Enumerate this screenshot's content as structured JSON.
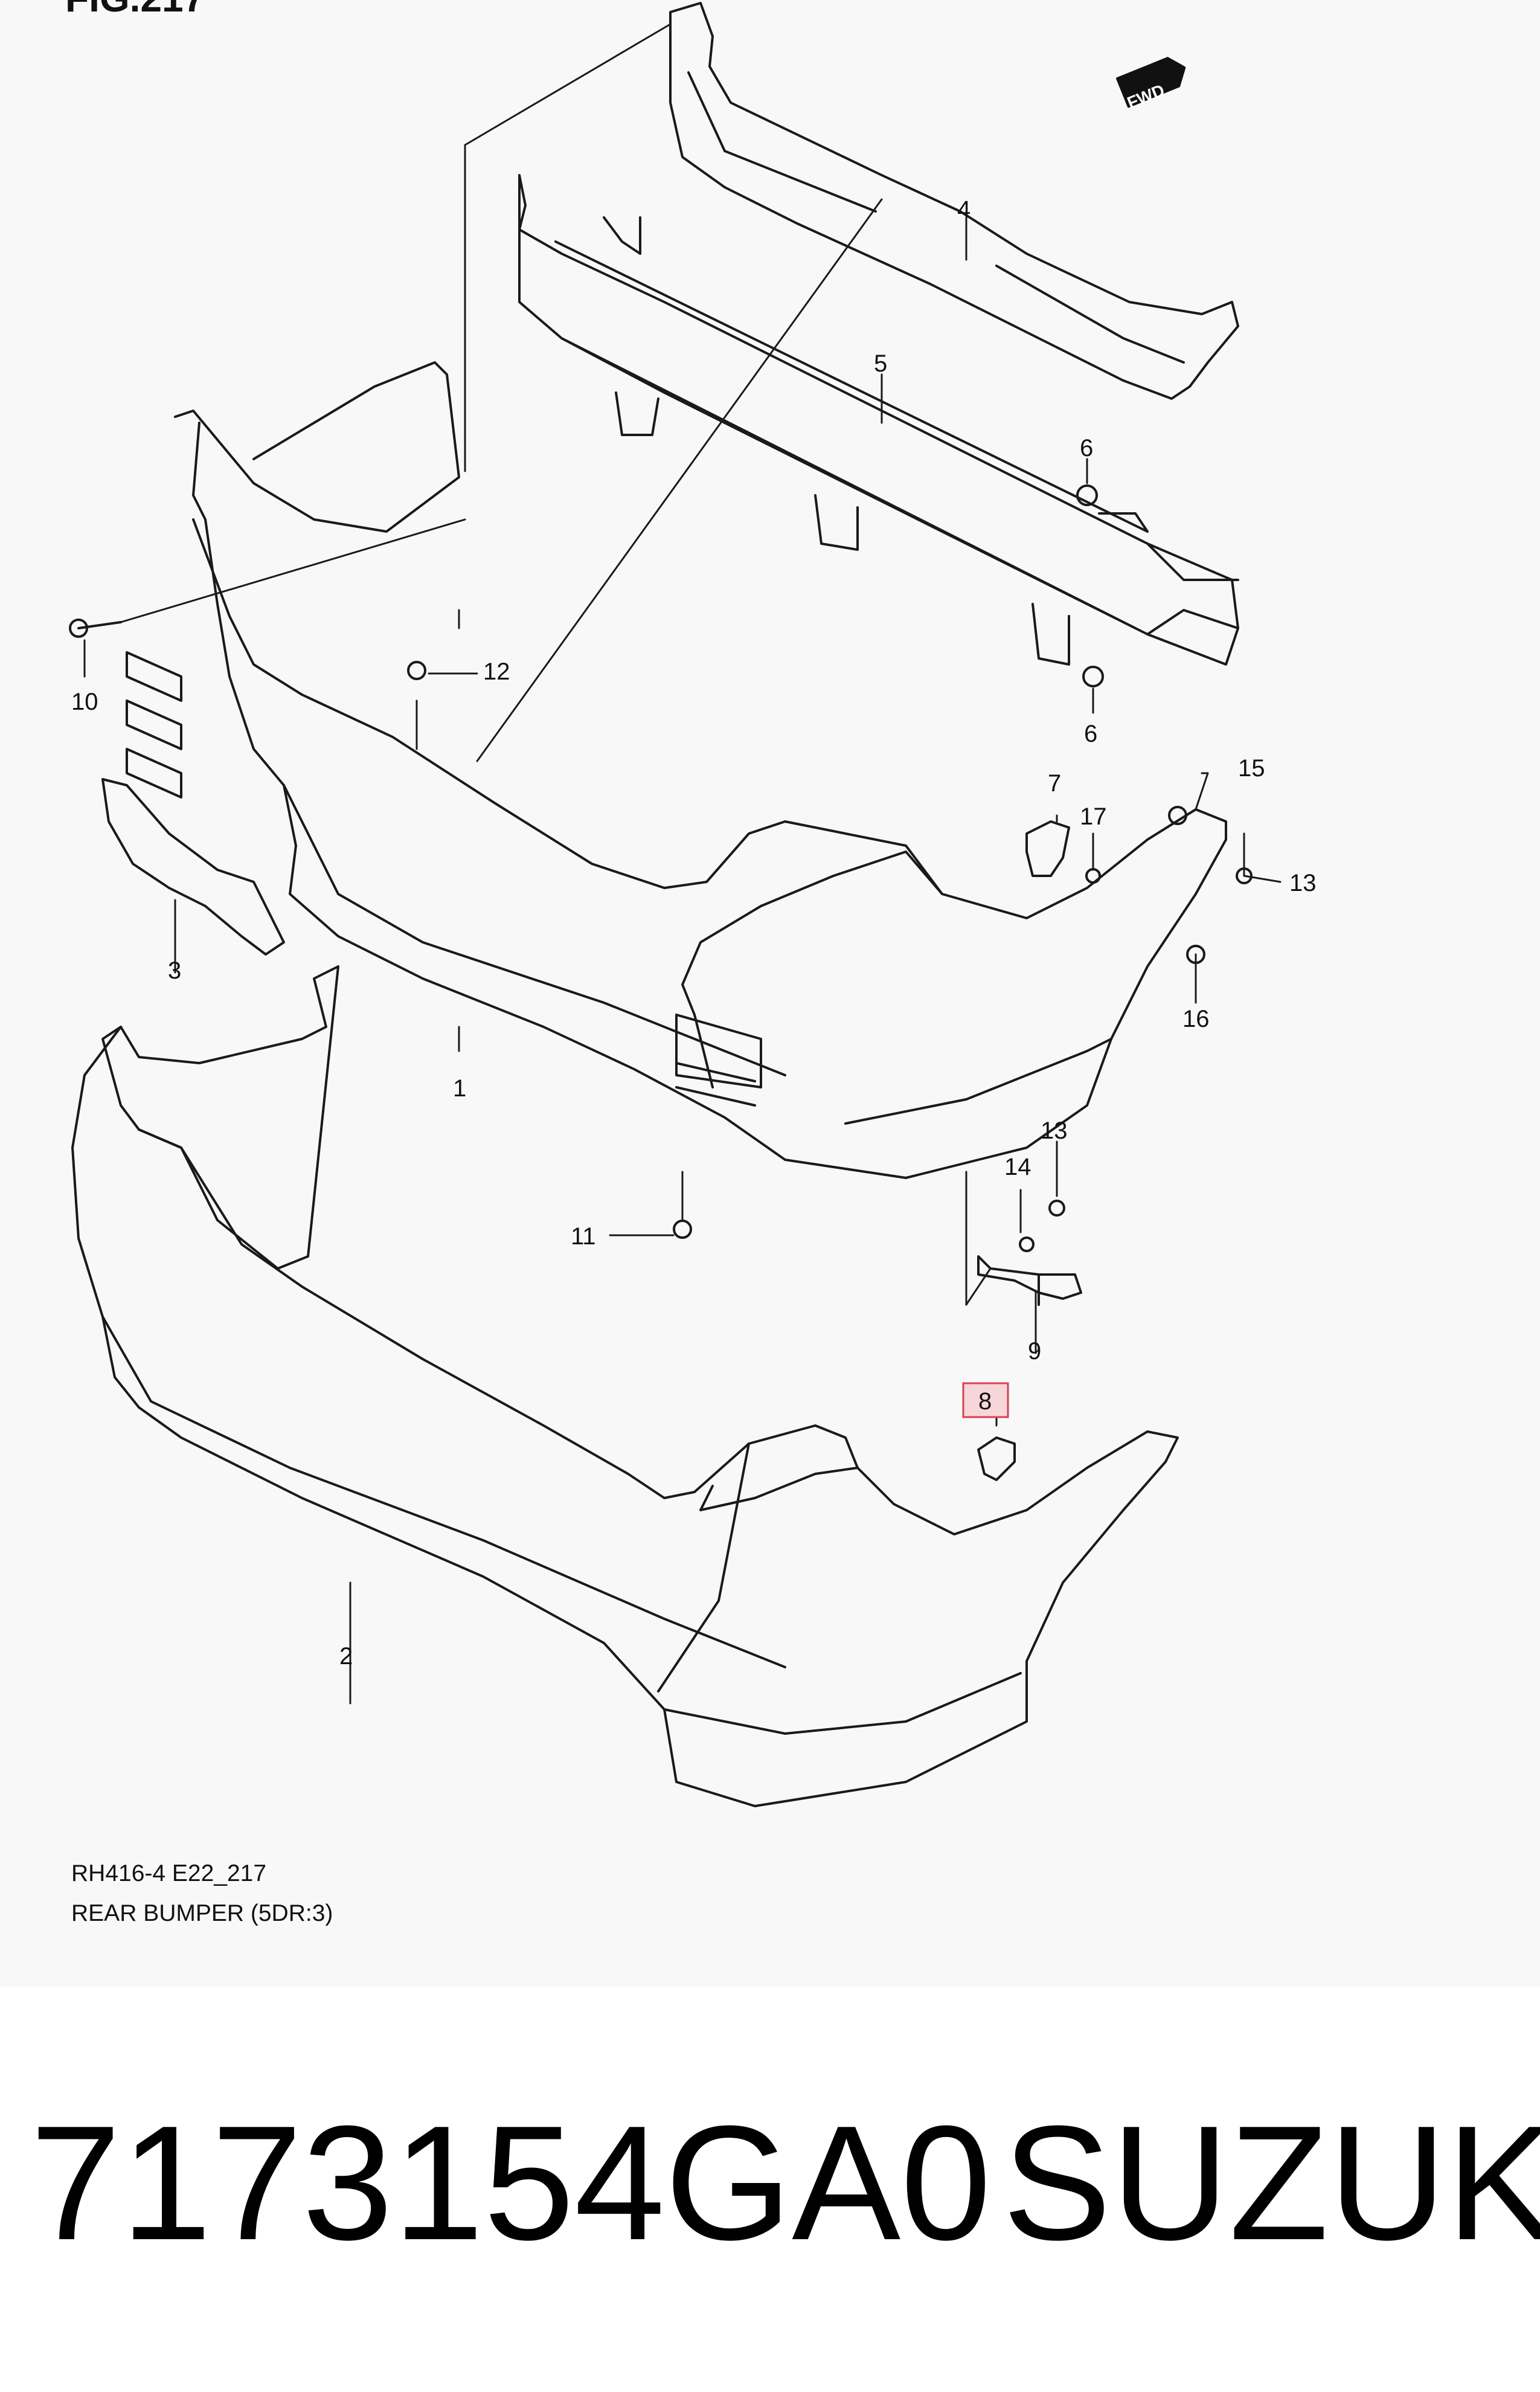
{
  "figure_title": "FIG.217",
  "fwd_badge": "FWD",
  "callouts": [
    {
      "id": "1",
      "label": "1"
    },
    {
      "id": "2",
      "label": "2"
    },
    {
      "id": "3",
      "label": "3"
    },
    {
      "id": "4",
      "label": "4"
    },
    {
      "id": "5",
      "label": "5"
    },
    {
      "id": "6a",
      "label": "6"
    },
    {
      "id": "6b",
      "label": "6"
    },
    {
      "id": "7",
      "label": "7"
    },
    {
      "id": "8",
      "label": "8",
      "highlighted": true
    },
    {
      "id": "9",
      "label": "9"
    },
    {
      "id": "10",
      "label": "10"
    },
    {
      "id": "11",
      "label": "11"
    },
    {
      "id": "12",
      "label": "12"
    },
    {
      "id": "13a",
      "label": "13"
    },
    {
      "id": "13b",
      "label": "13"
    },
    {
      "id": "14",
      "label": "14"
    },
    {
      "id": "15",
      "label": "15"
    },
    {
      "id": "16",
      "label": "16"
    },
    {
      "id": "17",
      "label": "17"
    }
  ],
  "caption": {
    "code": "RH416-4 E22_217",
    "title": "REAR BUMPER (5DR:3)"
  },
  "part_number": "7173154GA0",
  "brand": "SUZUKI",
  "colors": {
    "highlight_fill": "#f7d6da",
    "highlight_stroke": "#d94050",
    "line": "#1a1a1a"
  }
}
